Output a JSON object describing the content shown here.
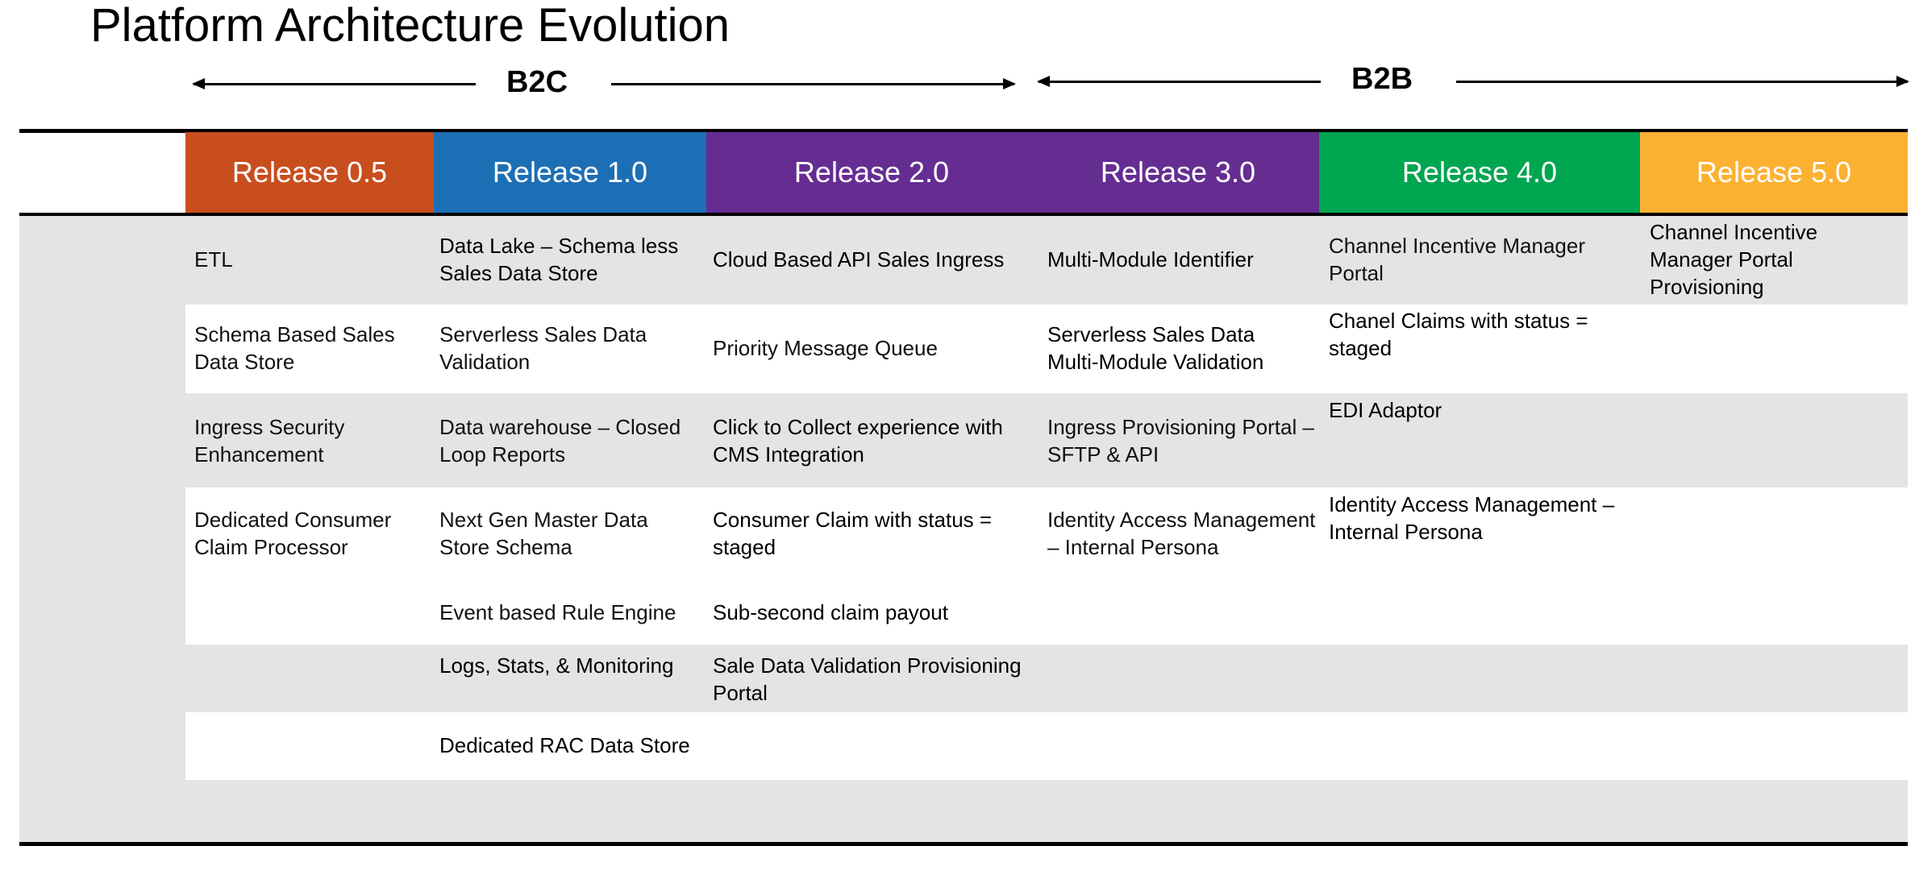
{
  "title": "Platform Architecture Evolution",
  "bands": {
    "b2c": "B2C",
    "b2b": "B2B"
  },
  "releases": [
    {
      "label": "Release 0.5",
      "color": "#c84e1e"
    },
    {
      "label": "Release 1.0",
      "color": "#1d6fb5"
    },
    {
      "label": "Release 2.0",
      "color": "#652d92"
    },
    {
      "label": "Release 3.0",
      "color": "#652d92"
    },
    {
      "label": "Release 4.0",
      "color": "#00a550"
    },
    {
      "label": "Release 5.0",
      "color": "#fcb131"
    }
  ],
  "columns": {
    "r05": [
      "ETL",
      "Schema Based Sales Data Store",
      "Ingress Security Enhancement",
      "Dedicated Consumer Claim Processor"
    ],
    "r10": [
      "Data Lake – Schema less Sales Data Store",
      "Serverless Sales Data Validation",
      "Data warehouse – Closed Loop Reports",
      "Next Gen Master Data Store Schema",
      "Event based Rule Engine",
      "Logs, Stats, & Monitoring",
      "Dedicated RAC Data Store"
    ],
    "r20": [
      "Cloud Based API Sales Ingress",
      "Priority Message Queue",
      "Click to Collect experience with CMS Integration",
      "Consumer Claim with status = staged",
      "Sub-second claim payout",
      "Sale Data Validation Provisioning Portal"
    ],
    "r30": [
      "Multi-Module Identifier",
      "Serverless Sales Data Multi-Module Validation",
      "Ingress Provisioning Portal – SFTP & API",
      "Identity Access Management – Internal Persona"
    ],
    "r40": [
      "Channel Incentive Manager Portal",
      "Chanel Claims with status = staged",
      "EDI Adaptor",
      "Identity Access Management – Internal Persona"
    ],
    "r50": [
      "Channel Incentive Manager Portal Provisioning"
    ]
  }
}
